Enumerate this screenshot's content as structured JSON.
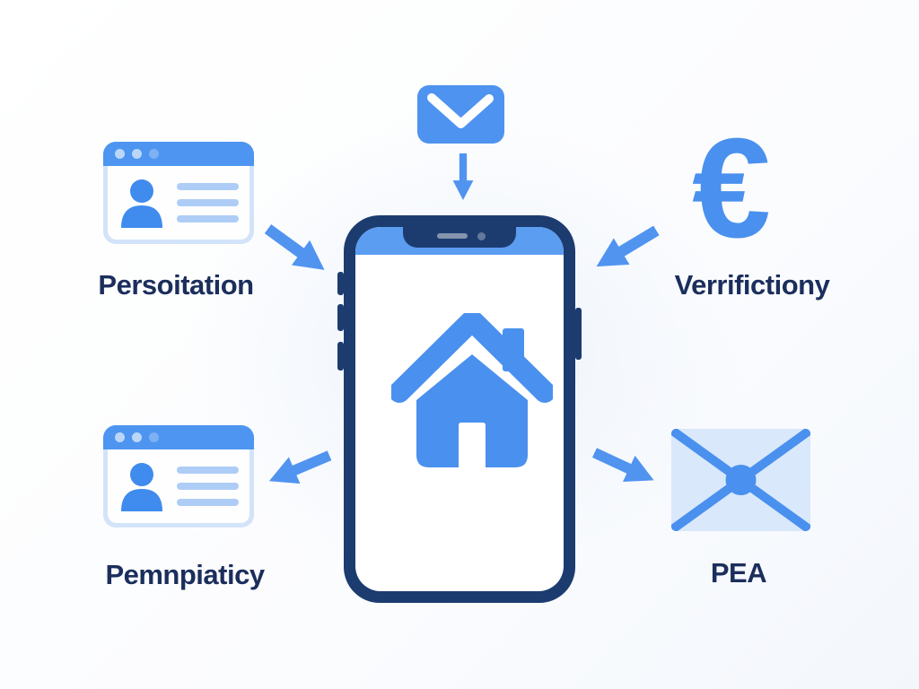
{
  "diagram": {
    "description": "Smartphone with home icon in center, five surrounding nodes connected by arrows",
    "colors": {
      "primary_blue": "#4a90ee",
      "arrow_blue": "#5094f0",
      "light_blue": "#aecdf6",
      "pale_blue": "#d9e8fb",
      "frame_navy": "#1c3c70",
      "label_navy": "#1b2e5c",
      "status_bar_blue": "#5b9df1"
    },
    "nodes": {
      "top_left": {
        "icon": "browser-profile-card-icon",
        "label": "Persoitation"
      },
      "top_center": {
        "icon": "envelope-icon",
        "label": ""
      },
      "top_right": {
        "icon": "euro-icon",
        "symbol": "€",
        "label": "Verrifictiony"
      },
      "center": {
        "icon": "smartphone-home-icon",
        "label": ""
      },
      "bottom_left": {
        "icon": "browser-profile-card-icon",
        "label": "Pemnpiaticy"
      },
      "bottom_right": {
        "icon": "sealed-envelope-icon",
        "label": "PEA"
      }
    },
    "arrows": [
      {
        "name": "arrow-down-right-icon",
        "from": "top_left",
        "to": "center"
      },
      {
        "name": "arrow-down-icon",
        "from": "top_center",
        "to": "center"
      },
      {
        "name": "arrow-down-left-icon",
        "from": "top_right",
        "to": "center"
      },
      {
        "name": "arrow-left-icon",
        "from": "center",
        "to": "bottom_left"
      },
      {
        "name": "arrow-right-icon",
        "from": "center",
        "to": "bottom_right"
      }
    ]
  }
}
